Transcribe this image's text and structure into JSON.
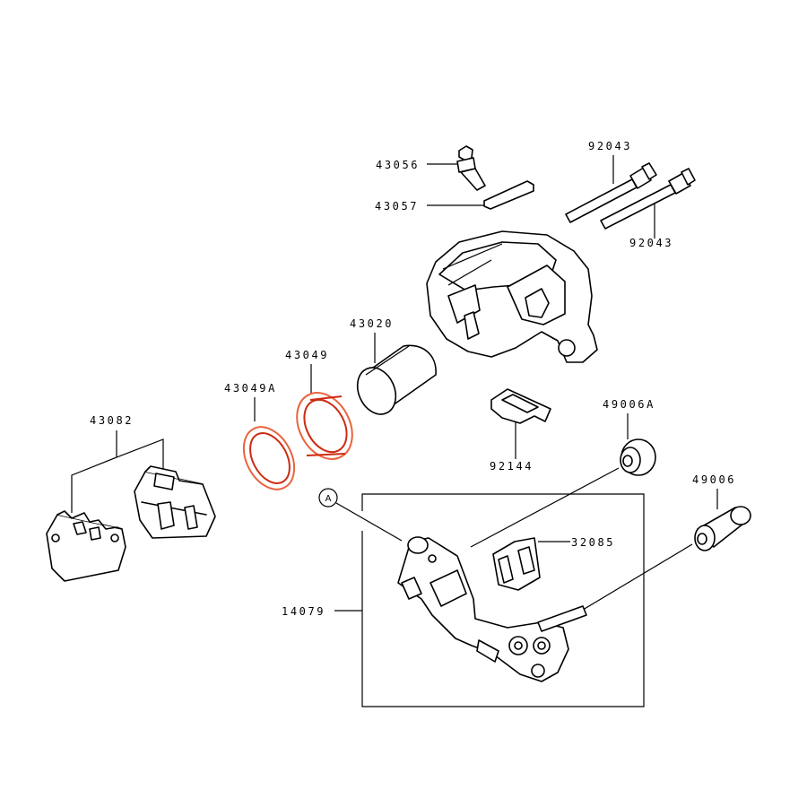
{
  "labels": {
    "p43056": "43056",
    "p43057": "43057",
    "p92043_top": "92043",
    "p92043_bottom": "92043",
    "p43020": "43020",
    "p43049": "43049",
    "p43049A": "43049A",
    "p43082": "43082",
    "p49006A": "49006A",
    "p92144": "92144",
    "p49006": "49006",
    "p32085": "32085",
    "p14079": "14079",
    "ref_A": "A"
  },
  "colors": {
    "line": "#000000",
    "background": "#ffffff",
    "seal_outline": "#cc2b12",
    "seal_fill": "#e9643f"
  }
}
